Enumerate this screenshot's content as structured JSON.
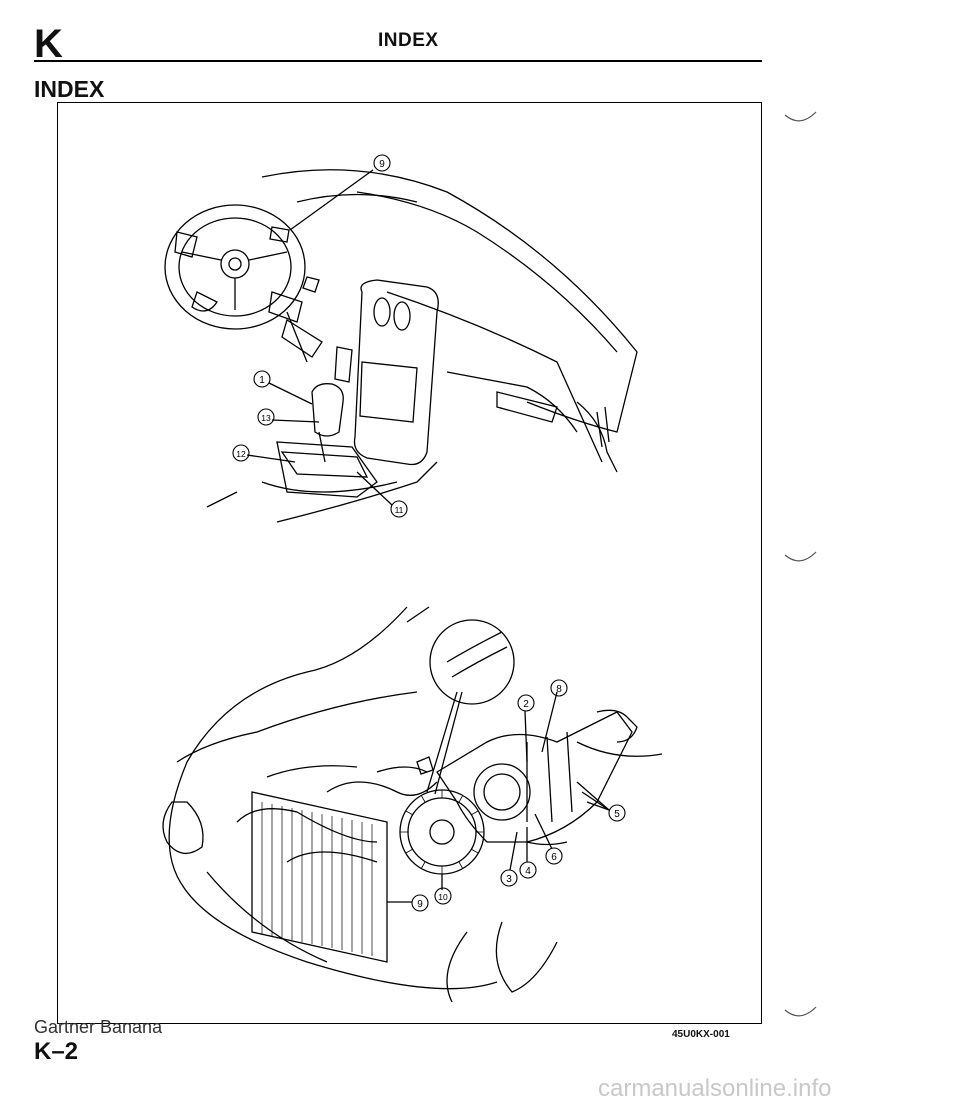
{
  "header": {
    "section_letter": "K",
    "title": "INDEX"
  },
  "section_title": "INDEX",
  "figure": {
    "callouts": {
      "c1": "1",
      "c2": "2",
      "c3": "3",
      "c4": "4",
      "c5": "5",
      "c6": "6",
      "c7": "8",
      "c8": "9",
      "c9": "9",
      "c10": "10",
      "c11": "11",
      "c12": "12",
      "c13": "13"
    },
    "reference_code": "45U0KX-001"
  },
  "footer": {
    "page_number": "K–2",
    "watermark": "Gartner Banana"
  },
  "site_watermark": "carmanualsonline.info"
}
